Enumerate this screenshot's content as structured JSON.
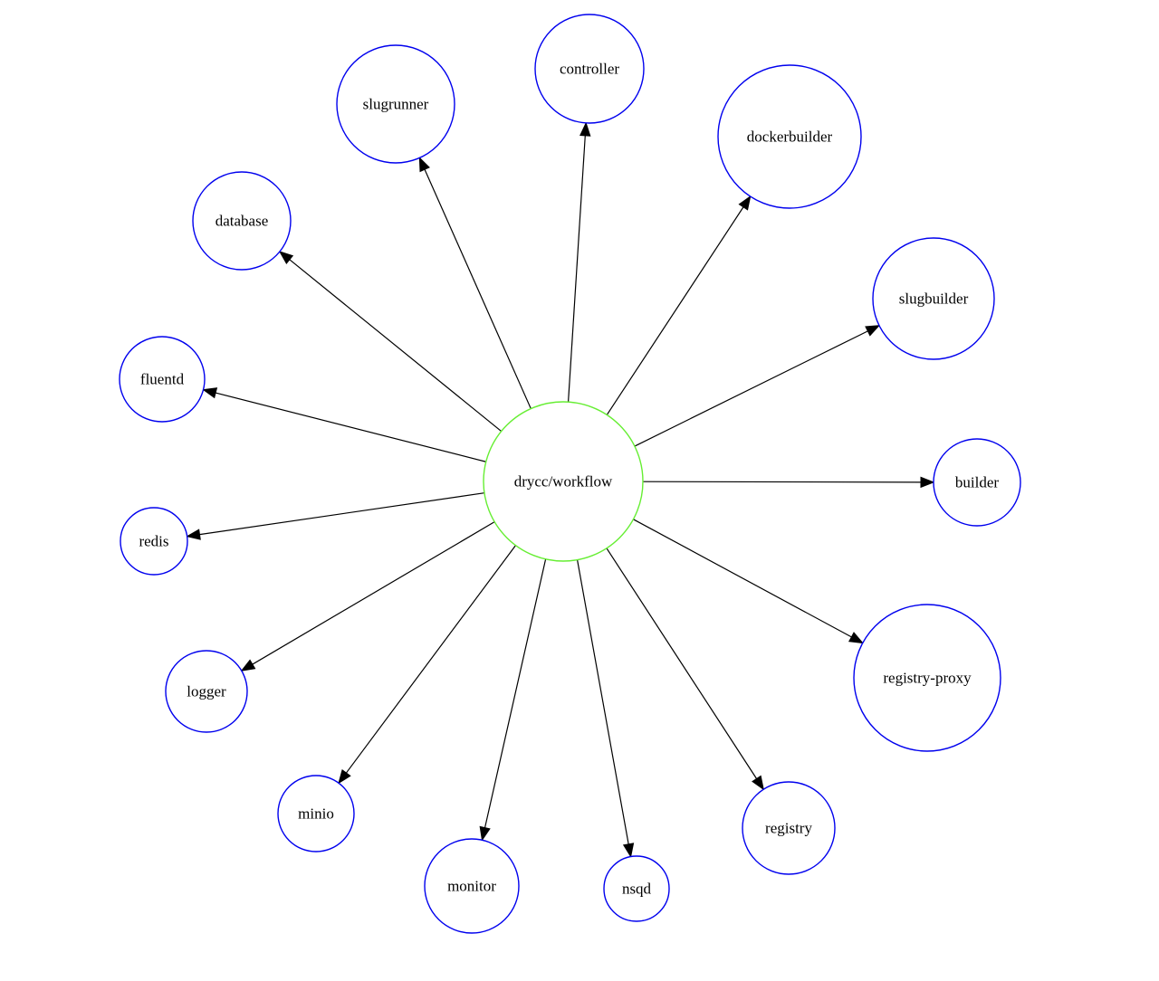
{
  "colors": {
    "center_stroke": "#66ee33",
    "node_stroke": "#0000ee",
    "edge": "#000000",
    "background": "#ffffff"
  },
  "diagram": {
    "center": {
      "id": "workflow",
      "label": "drycc/workflow"
    },
    "nodes": [
      {
        "id": "controller",
        "label": "controller"
      },
      {
        "id": "dockerbuilder",
        "label": "dockerbuilder"
      },
      {
        "id": "slugbuilder",
        "label": "slugbuilder"
      },
      {
        "id": "builder",
        "label": "builder"
      },
      {
        "id": "registry-proxy",
        "label": "registry-proxy"
      },
      {
        "id": "registry",
        "label": "registry"
      },
      {
        "id": "nsqd",
        "label": "nsqd"
      },
      {
        "id": "monitor",
        "label": "monitor"
      },
      {
        "id": "minio",
        "label": "minio"
      },
      {
        "id": "logger",
        "label": "logger"
      },
      {
        "id": "redis",
        "label": "redis"
      },
      {
        "id": "fluentd",
        "label": "fluentd"
      },
      {
        "id": "database",
        "label": "database"
      },
      {
        "id": "slugrunner",
        "label": "slugrunner"
      }
    ],
    "edges": [
      {
        "from": "workflow",
        "to": "controller"
      },
      {
        "from": "workflow",
        "to": "dockerbuilder"
      },
      {
        "from": "workflow",
        "to": "slugbuilder"
      },
      {
        "from": "workflow",
        "to": "builder"
      },
      {
        "from": "workflow",
        "to": "registry-proxy"
      },
      {
        "from": "workflow",
        "to": "registry"
      },
      {
        "from": "workflow",
        "to": "nsqd"
      },
      {
        "from": "workflow",
        "to": "monitor"
      },
      {
        "from": "workflow",
        "to": "minio"
      },
      {
        "from": "workflow",
        "to": "logger"
      },
      {
        "from": "workflow",
        "to": "redis"
      },
      {
        "from": "workflow",
        "to": "fluentd"
      },
      {
        "from": "workflow",
        "to": "database"
      },
      {
        "from": "workflow",
        "to": "slugrunner"
      }
    ]
  }
}
